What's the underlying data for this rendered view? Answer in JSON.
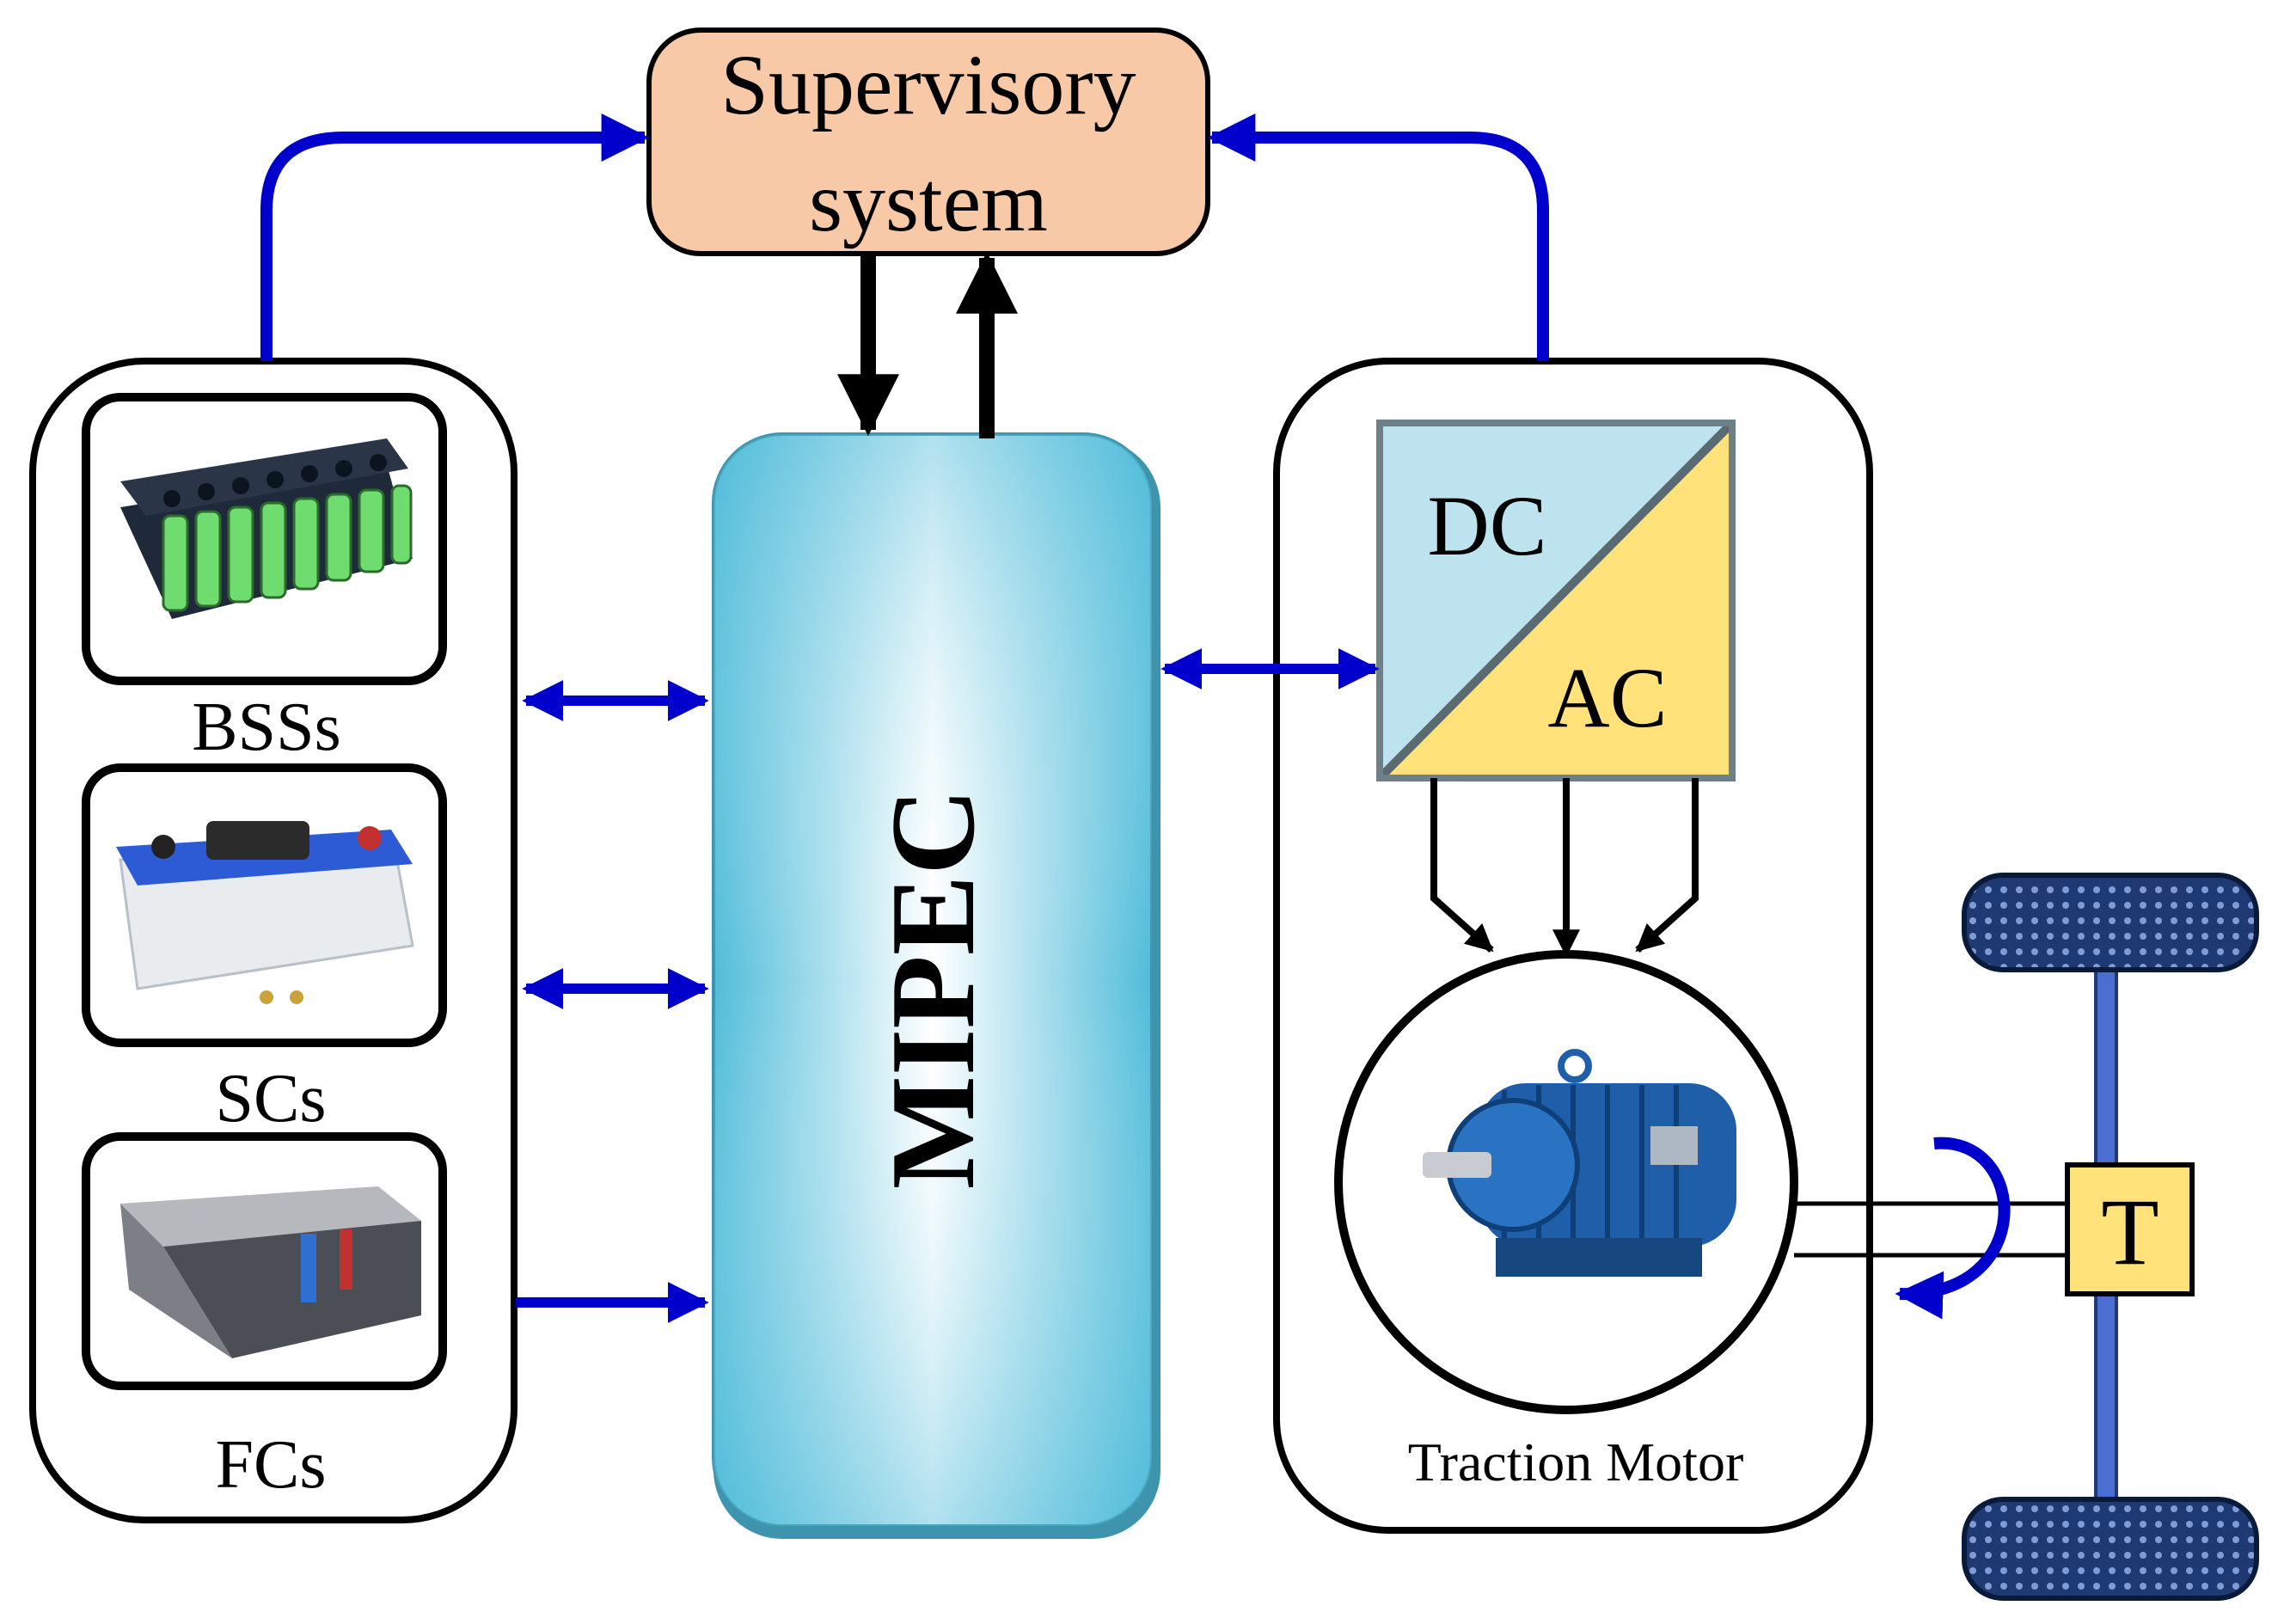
{
  "supervisory": {
    "line1": "Supervisory",
    "line2": "system"
  },
  "sources": {
    "bss_label": "BSSs",
    "sc_label": "SCs",
    "fc_label": "FCs"
  },
  "converter": {
    "name": "MIPEC"
  },
  "inverter": {
    "dc_label": "DC",
    "ac_label": "AC"
  },
  "motor": {
    "label": "Traction Motor"
  },
  "transmission": {
    "label": "T"
  },
  "colors": {
    "flow_arrow": "#0000cc",
    "control_arrow": "#000000",
    "supervisory_fill": "#f7c9a6",
    "mipec_fill": "#7fd0e6",
    "dc_fill": "#bde3ef",
    "ac_fill": "#ffe27a",
    "transmission_fill": "#ffe27a",
    "wheel_fill": "#1f3a73",
    "axle": "#4a6fd0"
  }
}
